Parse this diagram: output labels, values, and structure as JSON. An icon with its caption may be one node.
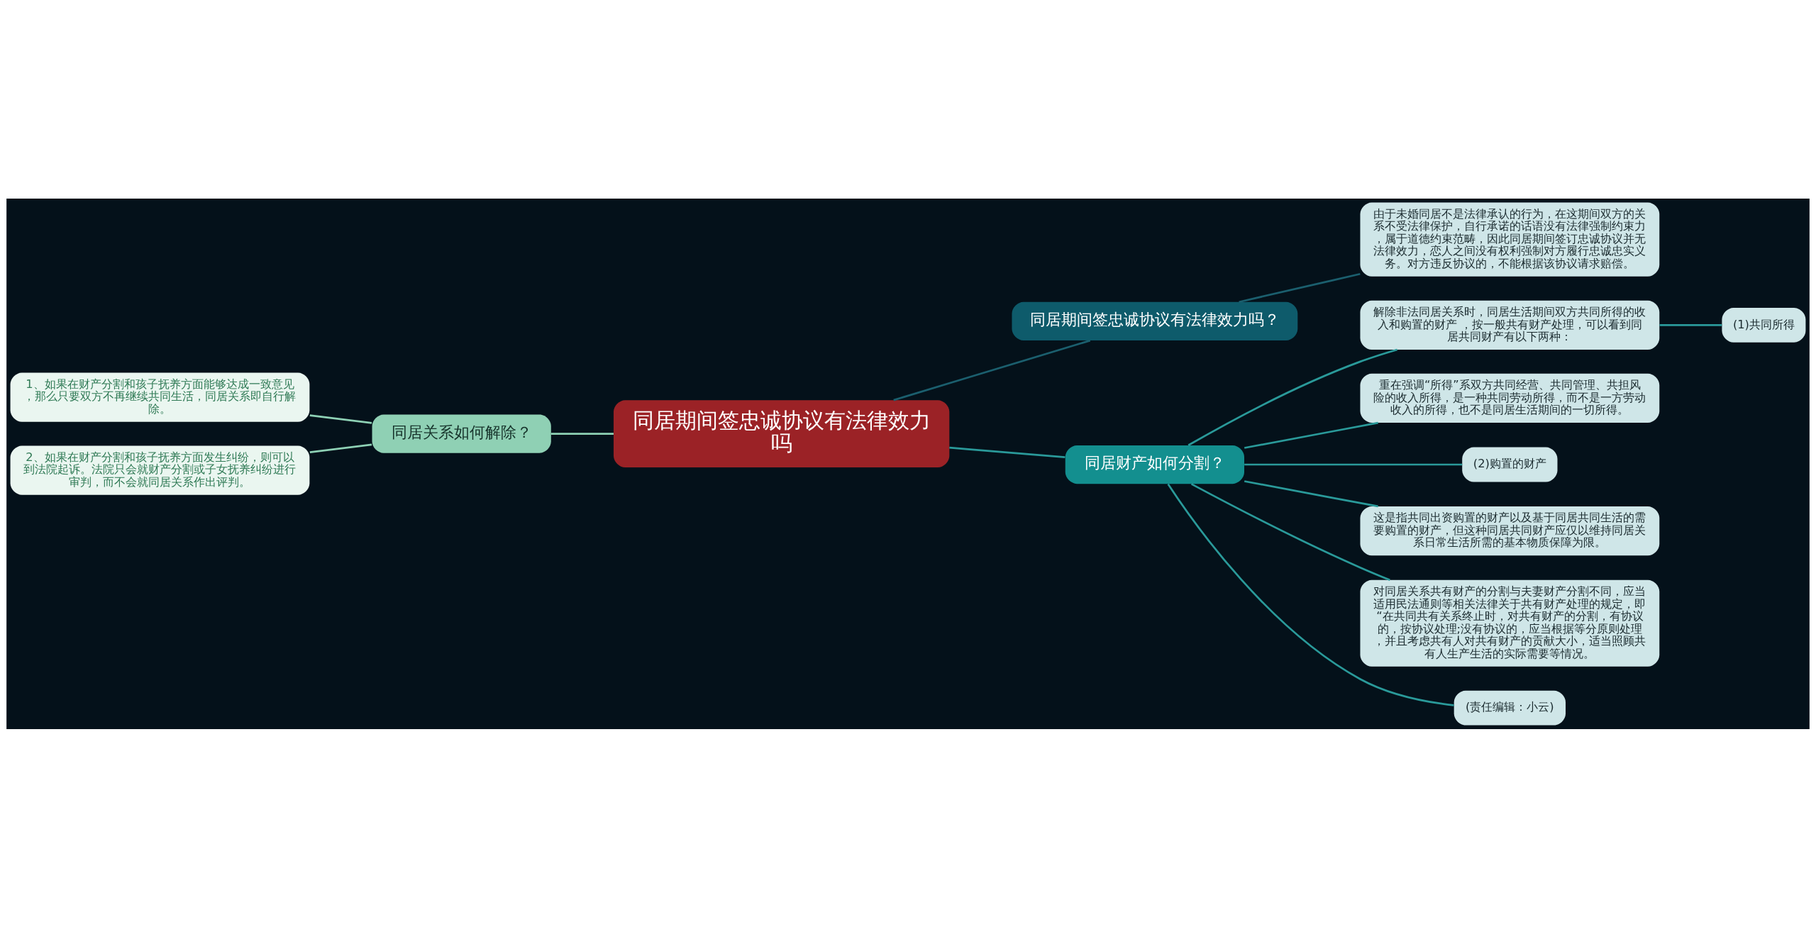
{
  "diagram": {
    "nodes": [
      {
        "text": [
          "同居期间签忠诚协议有法律效力吗"
        ]
      },
      {
        "text": [
          "同居期间签忠诚协议有法律效力吗？"
        ]
      },
      {
        "text": [
          "由于未婚同居不是法律承认的行为，在这期间双方的关系不受法律保护，自行承诺的话语没有法律强制约束力，属于道德约束范畴，因此同居期间签订忠诚协议并无法律效力，恋人之间没有权利强制对方履行忠诚忠实义务。对方违反协议的，不能根据该协议请求赔偿。"
        ]
      },
      {
        "text": [
          "同居财产如何分割？"
        ]
      },
      {
        "text": [
          "解除非法同居关系时，同居生活期间双方共同所得的收入和购置的财产 ，按一般共有财产处理，可以看到同居共同财产有以下两种："
        ]
      },
      {
        "text": [
          "(1)共同所得"
        ]
      },
      {
        "text": [
          "重在强调“所得”系双方共同经营、共同管理、共担风险的收入所得，是一种共同劳动所得，而不是一方劳动收入的所得，也不是同居生活期间的一切所得。"
        ]
      },
      {
        "text": [
          "(2)购置的财产"
        ]
      },
      {
        "text": [
          "这是指共同出资购置的财产以及基于同居共同生活的需要购置的财产，但这种同居共同财产应仅以维持同居关系日常生活所需的基本物质保障为限。"
        ]
      },
      {
        "text": [
          "对同居关系共有财产的分割与夫妻财产分割不同，应当适用民法通则等相关法律关于共有财产处理的规定，即“在共同共有关系终止时，对共有财产的分割，有协议的，按协议处理;没有协议的，应当根据等分原则处理，并且考虑共有人对共有财产的贡献大小，适当照顾共有人生产生活的实际需要等情况。"
        ]
      },
      {
        "text": [
          "(责任编辑：小云)"
        ]
      },
      {
        "text": [
          "同居关系如何解除？"
        ]
      },
      {
        "text": [
          "1、如果在财产分割和孩子抚养方面能够达成一致意见，那么只要双方不再继续共同生活，同居关系即自行解除。"
        ]
      },
      {
        "text": [
          "2、如果在财产分割和孩子抚养方面发生纠纷，则可以到法院起诉。法院只会就财产分割或子女抚养纠纷进行审判，而不会就同居关系作出评判。"
        ]
      }
    ],
    "edges": [
      {
        "from": 0,
        "to": 1,
        "arrow": "none",
        "color": "#1b5f6e"
      },
      {
        "from": 1,
        "to": 2,
        "arrow": "none",
        "color": "#1b5f6e"
      },
      {
        "from": 0,
        "to": 3,
        "arrow": "none"
      },
      {
        "from": 3,
        "to": 4,
        "arrow": "none"
      },
      {
        "from": 4,
        "to": 5,
        "arrow": "none"
      },
      {
        "from": 3,
        "to": 6,
        "arrow": "none"
      },
      {
        "from": 3,
        "to": 7,
        "arrow": "none"
      },
      {
        "from": 3,
        "to": 8,
        "arrow": "none"
      },
      {
        "from": 3,
        "to": 9,
        "arrow": "none"
      },
      {
        "from": 3,
        "to": 10,
        "arrow": "none"
      },
      {
        "from": 0,
        "to": 11,
        "arrow": "none",
        "color": "#8ed1b5"
      },
      {
        "from": 11,
        "to": 12,
        "arrow": "none",
        "color": "#8ed1b5"
      },
      {
        "from": 11,
        "to": 13,
        "arrow": "none",
        "color": "#8ed1b5"
      }
    ]
  }
}
